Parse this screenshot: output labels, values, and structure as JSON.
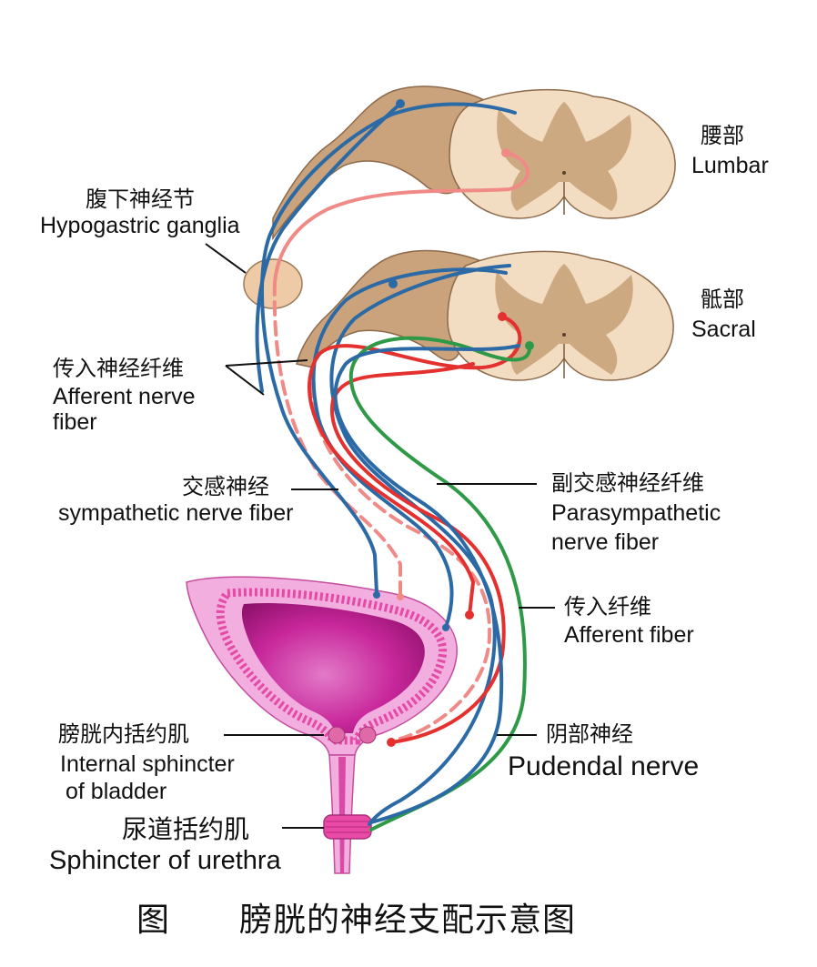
{
  "labels": {
    "lumbar": {
      "zh": "腰部",
      "en": "Lumbar"
    },
    "sacral": {
      "zh": "骶部",
      "en": "Sacral"
    },
    "hypogastric": {
      "zh": "腹下神经节",
      "en": "Hypogastric ganglia"
    },
    "afferent_nerve": {
      "zh": "传入神经纤维",
      "en1": "Afferent nerve",
      "en2": "fiber"
    },
    "sympathetic": {
      "zh": "交感神经",
      "en": "sympathetic nerve fiber"
    },
    "parasympathetic": {
      "zh": "副交感神经纤维",
      "en1": "Parasympathetic",
      "en2": "nerve fiber"
    },
    "afferent_fiber": {
      "zh": "传入纤维",
      "en": "Afferent fiber"
    },
    "pudendal": {
      "zh": "阴部神经",
      "en": "Pudendal nerve"
    },
    "internal_sphincter": {
      "zh": "膀胱内括约肌",
      "en1": "Internal sphincter",
      "en2": "of bladder"
    },
    "urethral_sphincter": {
      "zh": "尿道括约肌",
      "en": "Sphincter of urethra"
    }
  },
  "caption": {
    "prefix": "图",
    "title": "膀胱的神经支配示意图"
  },
  "colors": {
    "spinal_gray": "#c9a37a",
    "spinal_white": "#f3ddc2",
    "sympathetic": "#2c6aa6",
    "parasympathetic": "#e4312f",
    "afferent": "#f08a86",
    "pudendal": "#2e9a48",
    "bladder_wall": "#f3aee0",
    "bladder_lumen": "#c21e92",
    "sphincter": "#e84aa6"
  }
}
